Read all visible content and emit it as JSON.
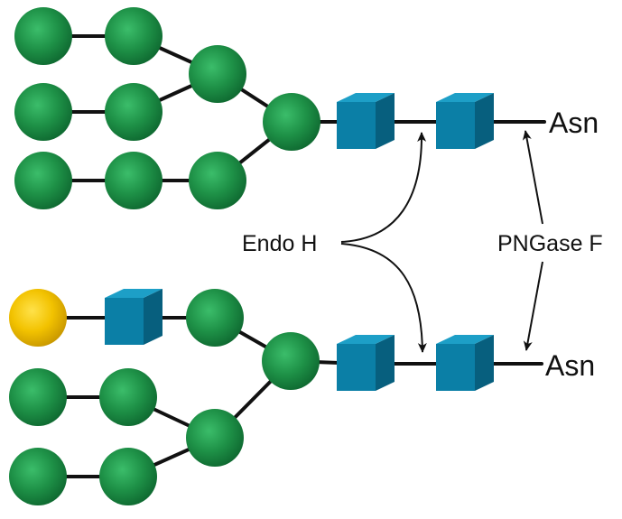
{
  "labels": {
    "asn_top": "Asn",
    "asn_bottom": "Asn",
    "endo_h": "Endo H",
    "pngase_f": "PNGase F"
  },
  "colors": {
    "mannose": "#1e9147",
    "galactose": "#f2c200",
    "glcnac": "#0b7fa6",
    "bond": "#111111",
    "arrow": "#111111"
  },
  "icons": {
    "mannose": "green-sphere",
    "galactose": "yellow-sphere",
    "glcnac": "blue-cube"
  }
}
